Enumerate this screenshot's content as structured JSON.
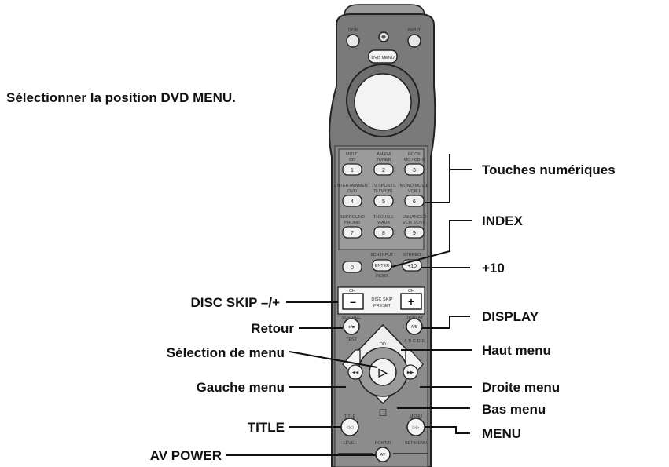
{
  "labels": {
    "select_dvd_menu": "Sélectionner la position DVD MENU.",
    "numeric_keys": "Touches numériques",
    "index": "INDEX",
    "plus10": "+10",
    "disc_skip": "DISC SKIP –/+",
    "display": "DISPLAY",
    "retour": "Retour",
    "haut_menu": "Haut menu",
    "selection_menu": "Sélection de menu",
    "gauche_menu": "Gauche menu",
    "droite_menu": "Droite menu",
    "bas_menu": "Bas menu",
    "title": "TITLE",
    "menu": "MENU",
    "av_power": "AV POWER"
  },
  "remote": {
    "top": {
      "disp": "DISP",
      "input": "INPUT",
      "dvd_menu": "DVD MENU"
    },
    "keys": [
      {
        "cap1": "MULTI",
        "cap2": "CD",
        "num": "1"
      },
      {
        "cap1": "AM/FM",
        "cap2": "TUNER",
        "num": "2"
      },
      {
        "cap1": "ROCK",
        "cap2": "MD / CD-R",
        "num": "3"
      },
      {
        "cap1": "ENTERTAINMENT",
        "cap2": "DVD",
        "num": "4"
      },
      {
        "cap1": "TV SPORTS",
        "cap2": "D-TV/CBL",
        "num": "5"
      },
      {
        "cap1": "MONO MOVIE",
        "cap2": "VCR 1",
        "num": "6"
      },
      {
        "cap1": "SURROUND",
        "cap2": "PHONO",
        "num": "7"
      },
      {
        "cap1": "THX/HALL",
        "cap2": "V-AUX",
        "num": "8"
      },
      {
        "cap1": "ENHANCED",
        "cap2": "VCR 2/DVR",
        "num": "9"
      }
    ],
    "zero": "0",
    "enter_caption": "6CH INPUT",
    "enter": "ENTER",
    "index_caption": "INDEX",
    "plus10": "+10",
    "plus10_caption": "STEREO",
    "disc_skip_caption": "DISC SKIP",
    "preset_caption": "PRESET",
    "minus": "–",
    "plus": "+",
    "ch_caption": "CH",
    "vcr_rec": "VCR REC",
    "rec_btn": "●/■",
    "test": "TEST",
    "display_cap": "DISPLAY",
    "ab_btn": "A/B",
    "abcde": "A·B·C·D·E",
    "dsp_up": "DD",
    "skip_left": "◀◀",
    "skip_right": "▶▶",
    "play": "▷",
    "stop": "□",
    "title_cap": "TITLE",
    "rew": "◁◁",
    "level": "LEVEL",
    "menu_cap": "MENU",
    "ff": "▷▷",
    "set_menu": "SET MENU",
    "power": "POWER",
    "av": "AV"
  }
}
